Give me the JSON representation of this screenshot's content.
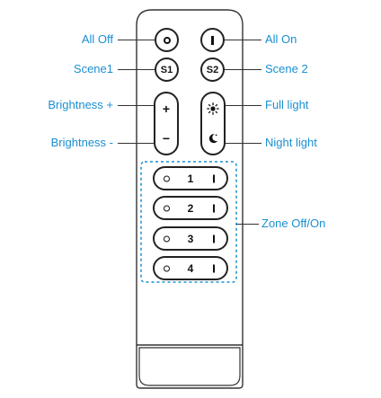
{
  "labels": {
    "all_off": "All Off",
    "all_on": "All On",
    "scene1": "Scene1",
    "scene2": "Scene 2",
    "brightness_up": "Brightness +",
    "brightness_down": "Brightness -",
    "full_light": "Full light",
    "night_light": "Night light",
    "zone_off_on": "Zone Off/On"
  },
  "buttons": {
    "scene1": "S1",
    "scene2": "S2",
    "plus": "+",
    "minus": "−"
  },
  "zones": [
    "1",
    "2",
    "3",
    "4"
  ],
  "icons": {
    "off": "off-circle-icon",
    "on": "on-bar-icon",
    "full_light": "sun-icon",
    "night_light": "moon-icon"
  },
  "colors": {
    "label": "#1a8fd1",
    "outline": "#222222",
    "zone_border": "#1a8fd1"
  }
}
